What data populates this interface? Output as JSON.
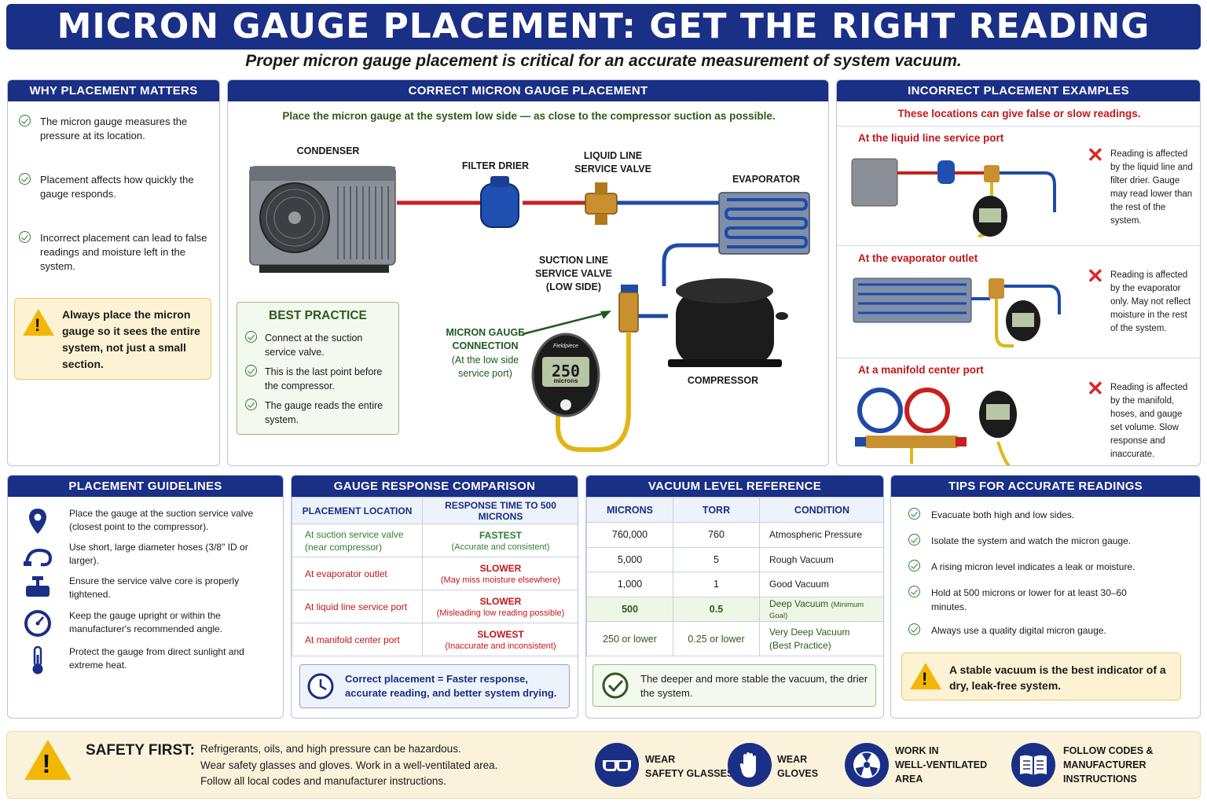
{
  "title": "MICRON GAUGE PLACEMENT: GET THE RIGHT READING",
  "subtitle": "Proper micron gauge placement is critical for an accurate measurement of system vacuum.",
  "why": {
    "heading": "WHY PLACEMENT MATTERS",
    "items": [
      "The micron gauge measures the pressure at its location.",
      "Placement affects how quickly the gauge responds.",
      "Incorrect placement can lead to false readings and moisture left in the system."
    ],
    "warning": "Always place the micron gauge so it sees the entire system, not just a small section."
  },
  "correct": {
    "heading": "CORRECT MICRON GAUGE PLACEMENT",
    "instruction": "Place the micron gauge at the system low side — as close to the compressor suction as possible.",
    "labels": {
      "condenser": "CONDENSER",
      "filter_drier": "FILTER DRIER",
      "liquid_line": "LIQUID LINE\nSERVICE VALVE",
      "evaporator": "EVAPORATOR",
      "suction_line": "SUCTION LINE\nSERVICE VALVE\n(LOW SIDE)",
      "gauge_conn": "MICRON GAUGE\nCONNECTION",
      "gauge_conn_sub": "(At the low side\nservice port)",
      "compressor": "COMPRESSOR"
    },
    "gauge_brand": "Fieldpiece",
    "gauge_value": "250",
    "gauge_unit": "microns",
    "best_practice": {
      "heading": "BEST PRACTICE",
      "items": [
        "Connect at the suction service valve.",
        "This is the last point before the compressor.",
        "The gauge reads the entire system."
      ]
    }
  },
  "incorrect": {
    "heading": "INCORRECT PLACEMENT EXAMPLES",
    "note": "These locations can give false or slow readings.",
    "examples": [
      {
        "title": "At the liquid line service port",
        "text": "Reading is affected by the liquid line and filter drier. Gauge may read lower than the rest of the system."
      },
      {
        "title": "At the evaporator outlet",
        "text": "Reading is affected by the evaporator only. May not reflect moisture in the rest of the system."
      },
      {
        "title": "At a manifold center port",
        "text": "Reading is affected by the manifold, hoses, and gauge set volume. Slow response and inaccurate."
      }
    ]
  },
  "guidelines": {
    "heading": "PLACEMENT GUIDELINES",
    "items": [
      {
        "icon": "location-pin-icon",
        "text": "Place the gauge at the suction service valve (closest point to the compressor)."
      },
      {
        "icon": "hose-icon",
        "text": "Use short, large diameter hoses (3/8\" ID or larger)."
      },
      {
        "icon": "valve-icon",
        "text": "Ensure the service valve core is properly tightened."
      },
      {
        "icon": "gauge-icon",
        "text": "Keep the gauge upright or within the manufacturer's recommended angle."
      },
      {
        "icon": "thermometer-icon",
        "text": "Protect the gauge from direct sunlight and extreme heat."
      }
    ]
  },
  "response": {
    "heading": "GAUGE RESPONSE COMPARISON",
    "columns": [
      "PLACEMENT LOCATION",
      "RESPONSE TIME TO 500 MICRONS"
    ],
    "rows": [
      {
        "location": "At suction service valve\n(near compressor)",
        "speed": "FASTEST",
        "note": "(Accurate and consistent)",
        "color": "#2e7d32"
      },
      {
        "location": "At evaporator outlet",
        "speed": "SLOWER",
        "note": "(May miss moisture elsewhere)",
        "color": "#c0161a"
      },
      {
        "location": "At liquid line service port",
        "speed": "SLOWER",
        "note": "(Misleading low reading possible)",
        "color": "#c0161a"
      },
      {
        "location": "At manifold center port",
        "speed": "SLOWEST",
        "note": "(Inaccurate and inconsistent)",
        "color": "#c0161a"
      }
    ],
    "footer": "Correct placement = Faster response, accurate reading, and better system drying."
  },
  "vacuum": {
    "heading": "VACUUM LEVEL REFERENCE",
    "columns": [
      "MICRONS",
      "TORR",
      "CONDITION"
    ],
    "rows": [
      {
        "microns": "760,000",
        "torr": "760",
        "condition": "Atmospheric Pressure",
        "extra": ""
      },
      {
        "microns": "5,000",
        "torr": "5",
        "condition": "Rough Vacuum",
        "extra": ""
      },
      {
        "microns": "1,000",
        "torr": "1",
        "condition": "Good Vacuum",
        "extra": ""
      },
      {
        "microns": "500",
        "torr": "0.5",
        "condition": "Deep Vacuum",
        "extra": "(Minimum Goal)"
      },
      {
        "microns": "250 or lower",
        "torr": "0.25 or lower",
        "condition": "Very Deep Vacuum\n(Best Practice)",
        "extra": ""
      }
    ],
    "footer": "The deeper and more stable the vacuum, the drier the system."
  },
  "tips": {
    "heading": "TIPS FOR ACCURATE READINGS",
    "items": [
      "Evacuate both high and low sides.",
      "Isolate the system and watch the micron gauge.",
      "A rising micron level indicates a leak or moisture.",
      "Hold at 500 microns or lower for at least 30–60 minutes.",
      "Always use a quality digital micron gauge."
    ],
    "warning": "A stable vacuum is the best indicator of a dry, leak-free system."
  },
  "safety": {
    "heading": "SAFETY FIRST:",
    "text": "Refrigerants, oils, and high pressure can be hazardous.\nWear safety glasses and gloves. Work in a well-ventilated area.\nFollow all local codes and manufacturer instructions.",
    "icons": [
      {
        "icon": "safety-glasses-icon",
        "label": "WEAR\nSAFETY GLASSES"
      },
      {
        "icon": "gloves-icon",
        "label": "WEAR\nGLOVES"
      },
      {
        "icon": "ventilation-icon",
        "label": "WORK IN\nWELL-VENTILATED\nAREA"
      },
      {
        "icon": "manual-icon",
        "label": "FOLLOW CODES &\nMANUFACTURER\nINSTRUCTIONS"
      }
    ]
  },
  "colors": {
    "navy": "#1a2f86",
    "green": "#2e7d32",
    "red": "#c0161a",
    "amber": "#f2b705"
  }
}
